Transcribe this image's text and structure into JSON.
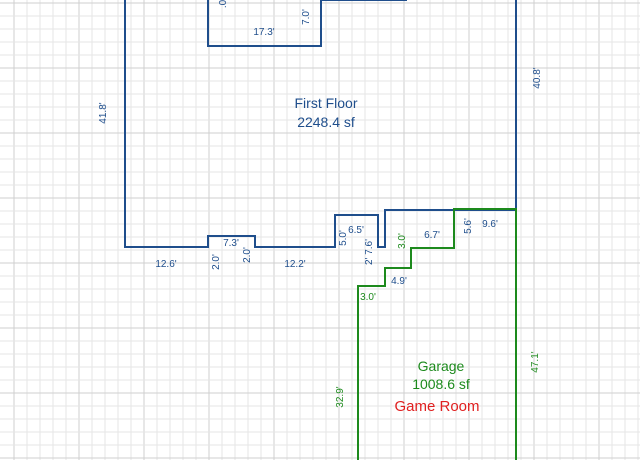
{
  "colors": {
    "grid_minor": "#e6e6e6",
    "grid_major": "#cfcfcf",
    "first_floor": "#1f4e8c",
    "garage": "#1d8a1d",
    "game_room": "#e02020"
  },
  "rooms": {
    "first_floor": {
      "name": "First Floor",
      "area": "2248.4 sf"
    },
    "garage": {
      "name": "Garage",
      "area": "1008.6 sf",
      "sub_label": "Game Room"
    }
  },
  "dimensions": {
    "first_floor": {
      "top_partial": ".0",
      "notch_width": "17.3'",
      "notch_depth": "7.0'",
      "left_wall": "41.8'",
      "right_wall": "40.8'",
      "bottom_left": "12.6'",
      "bump_width": "7.3'",
      "bump_left": "2.0'",
      "bump_right": "2.0'",
      "bottom_mid": "12.2'",
      "box_width": "6.5'",
      "box_height": "5.0'"
    },
    "garage": {
      "step_a": "2' 7.6'",
      "step_a_width": "4.9'",
      "step_b": "3.0'",
      "step_b_width": "6.7'",
      "step_c": "5.6'",
      "top_width": "9.6'",
      "left_top": "3.0'",
      "left_wall": "32.9'",
      "right_wall": "47.1'"
    }
  }
}
